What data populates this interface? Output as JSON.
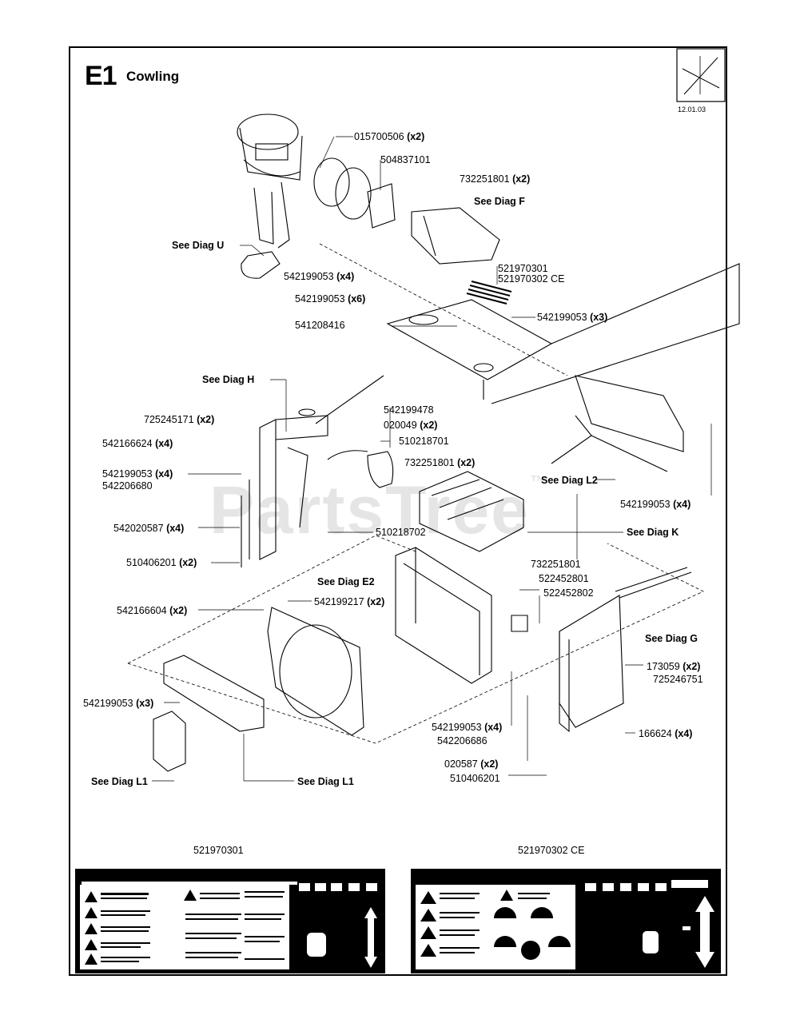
{
  "header": {
    "code": "E1",
    "title": "Cowling",
    "date": "12.01.03"
  },
  "watermark": "PartsTree",
  "labels": [
    {
      "part": "015700506",
      "qty": "(x2)"
    },
    {
      "part": "504837101",
      "qty": ""
    },
    {
      "part": "732251801",
      "qty": "(x2)"
    },
    {
      "part": "See Diag F",
      "qty": ""
    },
    {
      "part": "See Diag U",
      "qty": ""
    },
    {
      "part": "542199053",
      "qty": "(x4)"
    },
    {
      "part": "521970301",
      "qty": ""
    },
    {
      "part": "521970302 CE",
      "qty": ""
    },
    {
      "part": "542199053",
      "qty": "(x6)"
    },
    {
      "part": "541208416",
      "qty": ""
    },
    {
      "part": "542199053",
      "qty": "(x3)"
    },
    {
      "part": "See Diag H",
      "qty": ""
    },
    {
      "part": "542199478",
      "qty": ""
    },
    {
      "part": "725245171",
      "qty": "(x2)"
    },
    {
      "part": "020049",
      "qty": "(x2)"
    },
    {
      "part": "542166624",
      "qty": "(x4)"
    },
    {
      "part": "510218701",
      "qty": ""
    },
    {
      "part": "732251801",
      "qty": "(x2)"
    },
    {
      "part": "542199053",
      "qty": "(x4)"
    },
    {
      "part": "542206680",
      "qty": ""
    },
    {
      "part": "See Diag L2",
      "qty": ""
    },
    {
      "part": "542199053",
      "qty": "(x4)"
    },
    {
      "part": "542020587",
      "qty": "(x4)"
    },
    {
      "part": "510218702",
      "qty": ""
    },
    {
      "part": "See Diag K",
      "qty": ""
    },
    {
      "part": "510406201",
      "qty": "(x2)"
    },
    {
      "part": "732251801",
      "qty": ""
    },
    {
      "part": "See Diag E2",
      "qty": ""
    },
    {
      "part": "522452801",
      "qty": ""
    },
    {
      "part": "542199217",
      "qty": "(x2)"
    },
    {
      "part": "522452802",
      "qty": ""
    },
    {
      "part": "542166604",
      "qty": "(x2)"
    },
    {
      "part": "See Diag G",
      "qty": ""
    },
    {
      "part": "173059",
      "qty": "(x2)"
    },
    {
      "part": "725246751",
      "qty": ""
    },
    {
      "part": "542199053",
      "qty": "(x3)"
    },
    {
      "part": "542199053",
      "qty": "(x4)"
    },
    {
      "part": "166624",
      "qty": "(x4)"
    },
    {
      "part": "542206686",
      "qty": ""
    },
    {
      "part": "020587",
      "qty": "(x2)"
    },
    {
      "part": "510406201",
      "qty": ""
    },
    {
      "part": "See Diag L1",
      "qty": ""
    },
    {
      "part": "See Diag L1",
      "qty": ""
    }
  ],
  "decals": {
    "left_label": "521970301",
    "right_label": "521970302 CE"
  }
}
